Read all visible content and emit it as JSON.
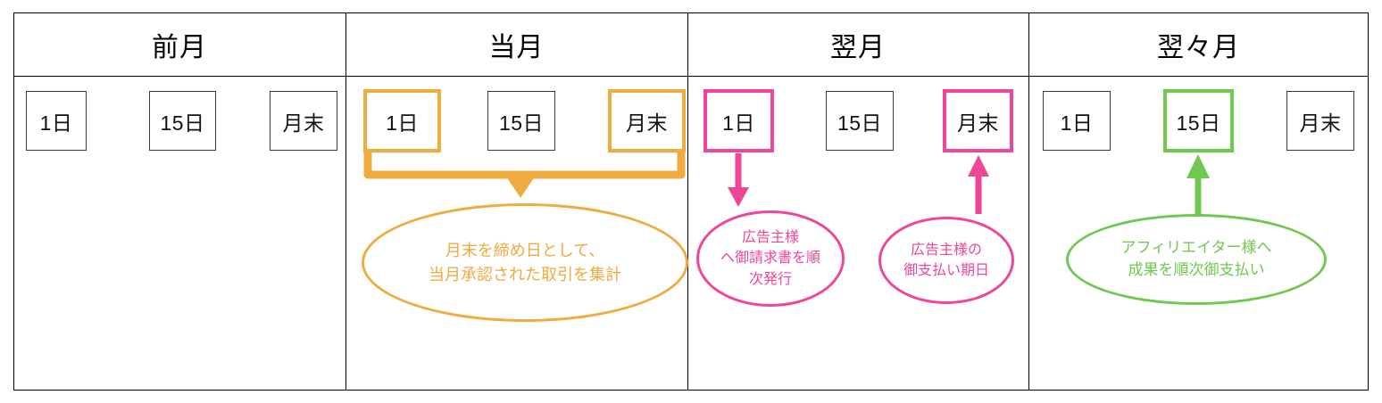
{
  "diagram": {
    "title": "affiliate-payment-schedule-timeline",
    "colors": {
      "orange": "#efab3f",
      "pink": "#ef4699",
      "green": "#6ec94e",
      "border": "#000000",
      "box_border": "#3a3a3a"
    }
  },
  "columns": [
    {
      "header": "前月",
      "accent": "none",
      "days": [
        {
          "label": "1日",
          "highlight": "none"
        },
        {
          "label": "15日",
          "highlight": "none"
        },
        {
          "label": "月末",
          "highlight": "none"
        }
      ]
    },
    {
      "header": "当月",
      "accent": "orange",
      "days": [
        {
          "label": "1日",
          "highlight": "orange"
        },
        {
          "label": "15日",
          "highlight": "none"
        },
        {
          "label": "月末",
          "highlight": "orange"
        }
      ]
    },
    {
      "header": "翌月",
      "accent": "pink",
      "days": [
        {
          "label": "1日",
          "highlight": "pink"
        },
        {
          "label": "15日",
          "highlight": "none"
        },
        {
          "label": "月末",
          "highlight": "pink"
        }
      ]
    },
    {
      "header": "翌々月",
      "accent": "green",
      "days": [
        {
          "label": "1日",
          "highlight": "none"
        },
        {
          "label": "15日",
          "highlight": "green"
        },
        {
          "label": "月末",
          "highlight": "none"
        }
      ]
    }
  ],
  "callouts": [
    {
      "id": "aggregate",
      "color": "orange",
      "text": "月末を締め日として、\n当月承認された取引を集計",
      "connector": "brace-down"
    },
    {
      "id": "invoice-issue",
      "color": "pink",
      "text": "広告主様\nへ御請求書を順\n次発行",
      "connector": "arrow-down"
    },
    {
      "id": "advertiser-payment-due",
      "color": "pink",
      "text": "広告主様の\n御支払い期日",
      "connector": "arrow-up"
    },
    {
      "id": "affiliate-payout",
      "color": "green",
      "text": "アフィリエイター様へ\n成果を順次御支払い",
      "connector": "arrow-up"
    }
  ]
}
